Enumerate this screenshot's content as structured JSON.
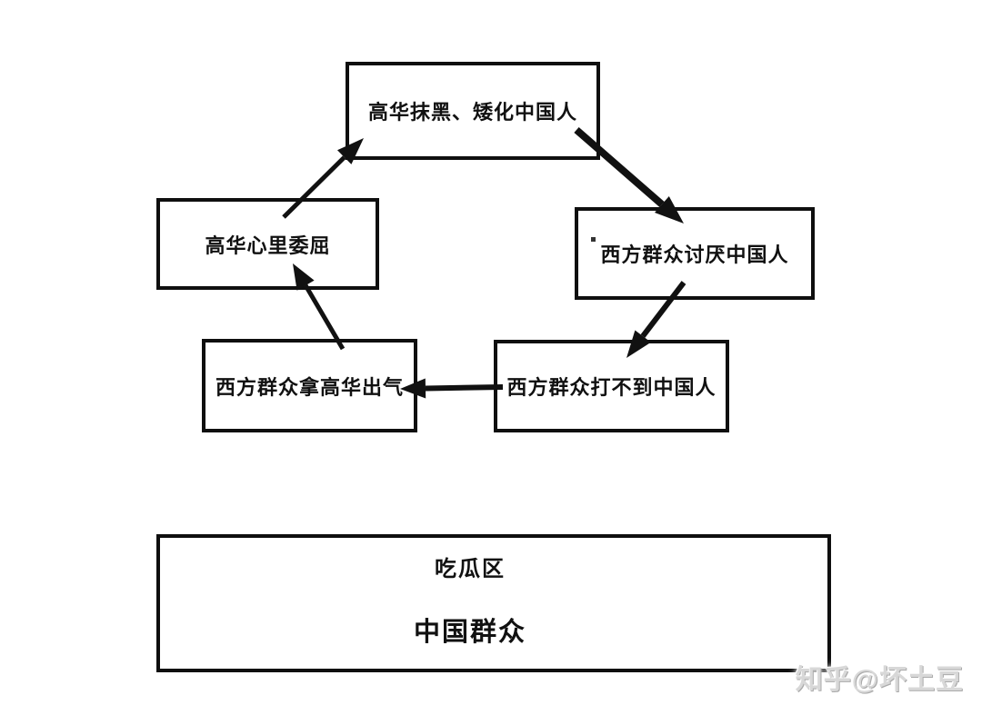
{
  "diagram": {
    "type": "cycle-flowchart",
    "nodes": [
      {
        "id": "gaohua-smears-chinese",
        "label": "高华抹黑、矮化中国人"
      },
      {
        "id": "westerners-hate-chinese",
        "label": "西方群众讨厌中国人"
      },
      {
        "id": "westerners-cant-hit-chinese",
        "label": "西方群众打不到中国人"
      },
      {
        "id": "westerners-vent-on-gaohua",
        "label": "西方群众拿高华出气"
      },
      {
        "id": "gaohua-feels-wronged",
        "label": "高华心里委屈"
      }
    ],
    "edges": [
      {
        "from": "高华抹黑、矮化中国人",
        "to": "西方群众讨厌中国人"
      },
      {
        "from": "西方群众讨厌中国人",
        "to": "西方群众打不到中国人"
      },
      {
        "from": "西方群众打不到中国人",
        "to": "西方群众拿高华出气"
      },
      {
        "from": "西方群众拿高华出气",
        "to": "高华心里委屈"
      },
      {
        "from": "高华心里委屈",
        "to": "高华抹黑、矮化中国人"
      }
    ],
    "zone": {
      "title": "吃瓜区",
      "subtitle": "中国群众"
    },
    "colors": {
      "line": "#111111",
      "background": "#ffffff",
      "watermark": "#d8d8d8"
    }
  },
  "watermark": {
    "text": "知乎@坏土豆"
  }
}
